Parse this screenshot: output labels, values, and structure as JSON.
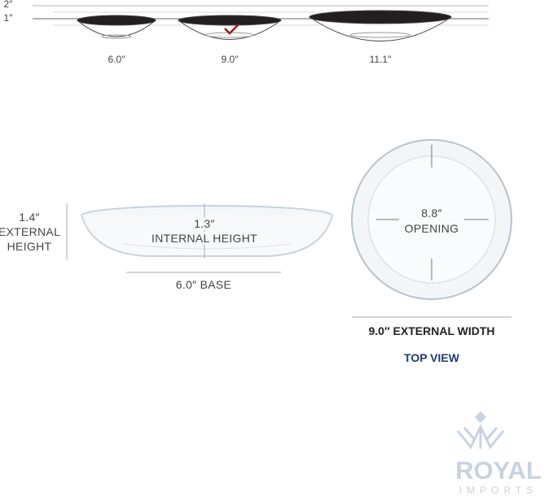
{
  "scale": {
    "tick_2": "2″",
    "tick_1": "1″"
  },
  "sizes": [
    {
      "label": "6.0″"
    },
    {
      "label": "9.0″",
      "selected": true
    },
    {
      "label": "11.1″"
    }
  ],
  "side_view": {
    "external_height_value": "1.4″",
    "external_height_l1": "EXTERNAL",
    "external_height_l2": "HEIGHT",
    "internal_height_value": "1.3″",
    "internal_height_label": "INTERNAL HEIGHT",
    "base_label": "6.0″ BASE"
  },
  "top_view": {
    "opening_value": "8.8″",
    "opening_label": "OPENING",
    "external_width_label": "9.0″ EXTERNAL WIDTH",
    "title": "TOP VIEW"
  },
  "logo": {
    "line1": "ROYAL",
    "line2": "IMPORTS"
  },
  "colors": {
    "check": "#9b1c1c",
    "title": "#1f3b6e",
    "logo": "#c9d2e0"
  }
}
